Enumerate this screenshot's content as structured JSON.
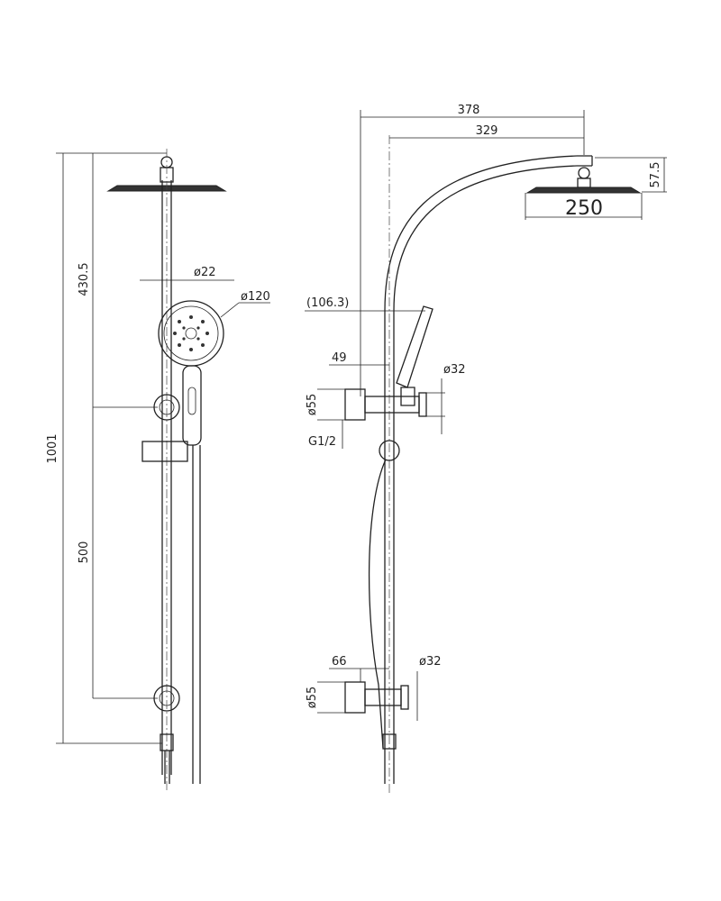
{
  "front_view": {
    "overall_height": "1001",
    "upper_height": "430.5",
    "lower_height": "500",
    "rail_diameter": "ø22",
    "hand_shower_diameter": "ø120"
  },
  "side_view": {
    "arm_reach_outer": "378",
    "arm_reach_inner": "329",
    "head_height": "57.5",
    "head_diameter": "250",
    "hand_shower_offset": "(106.3)",
    "upper_bracket_depth": "49",
    "upper_bracket_rail_diameter": "ø32",
    "upper_bracket_wall_diameter": "ø55",
    "thread": "G1/2",
    "lower_bracket_depth": "66",
    "lower_bracket_rail_diameter": "ø32",
    "lower_bracket_wall_diameter": "ø55"
  }
}
